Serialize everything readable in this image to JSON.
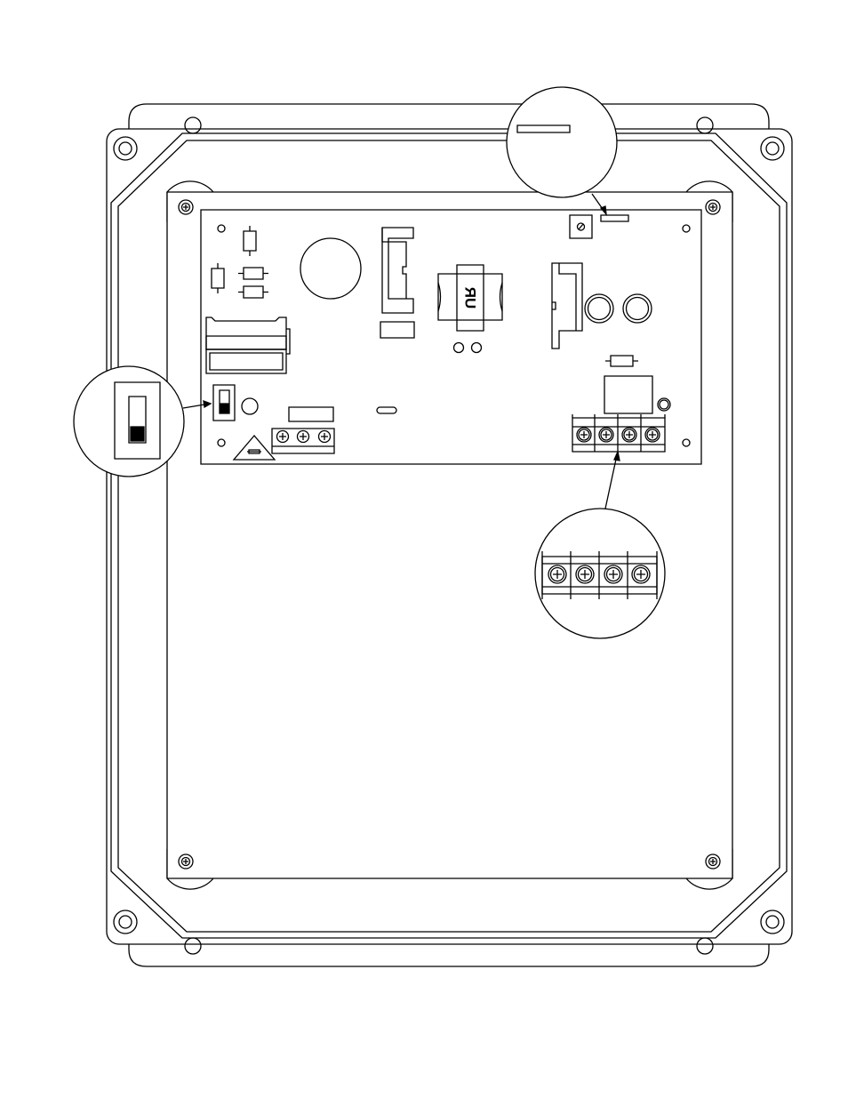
{
  "diagram": {
    "line_color": "#000000",
    "background": "#ffffff",
    "fill_dark": "#000000",
    "labels": {
      "transformer_mark": "ЯU"
    },
    "icons": {
      "screw": "slotted-cross-screw-icon",
      "warning": "warning-triangle-icon",
      "terminal": "terminal-screw-icon"
    },
    "callouts": [
      "switch-detail",
      "potentiometer-detail",
      "terminal-block-detail"
    ],
    "terminal_block_main_count": 4,
    "terminal_block_small_count": 3
  }
}
